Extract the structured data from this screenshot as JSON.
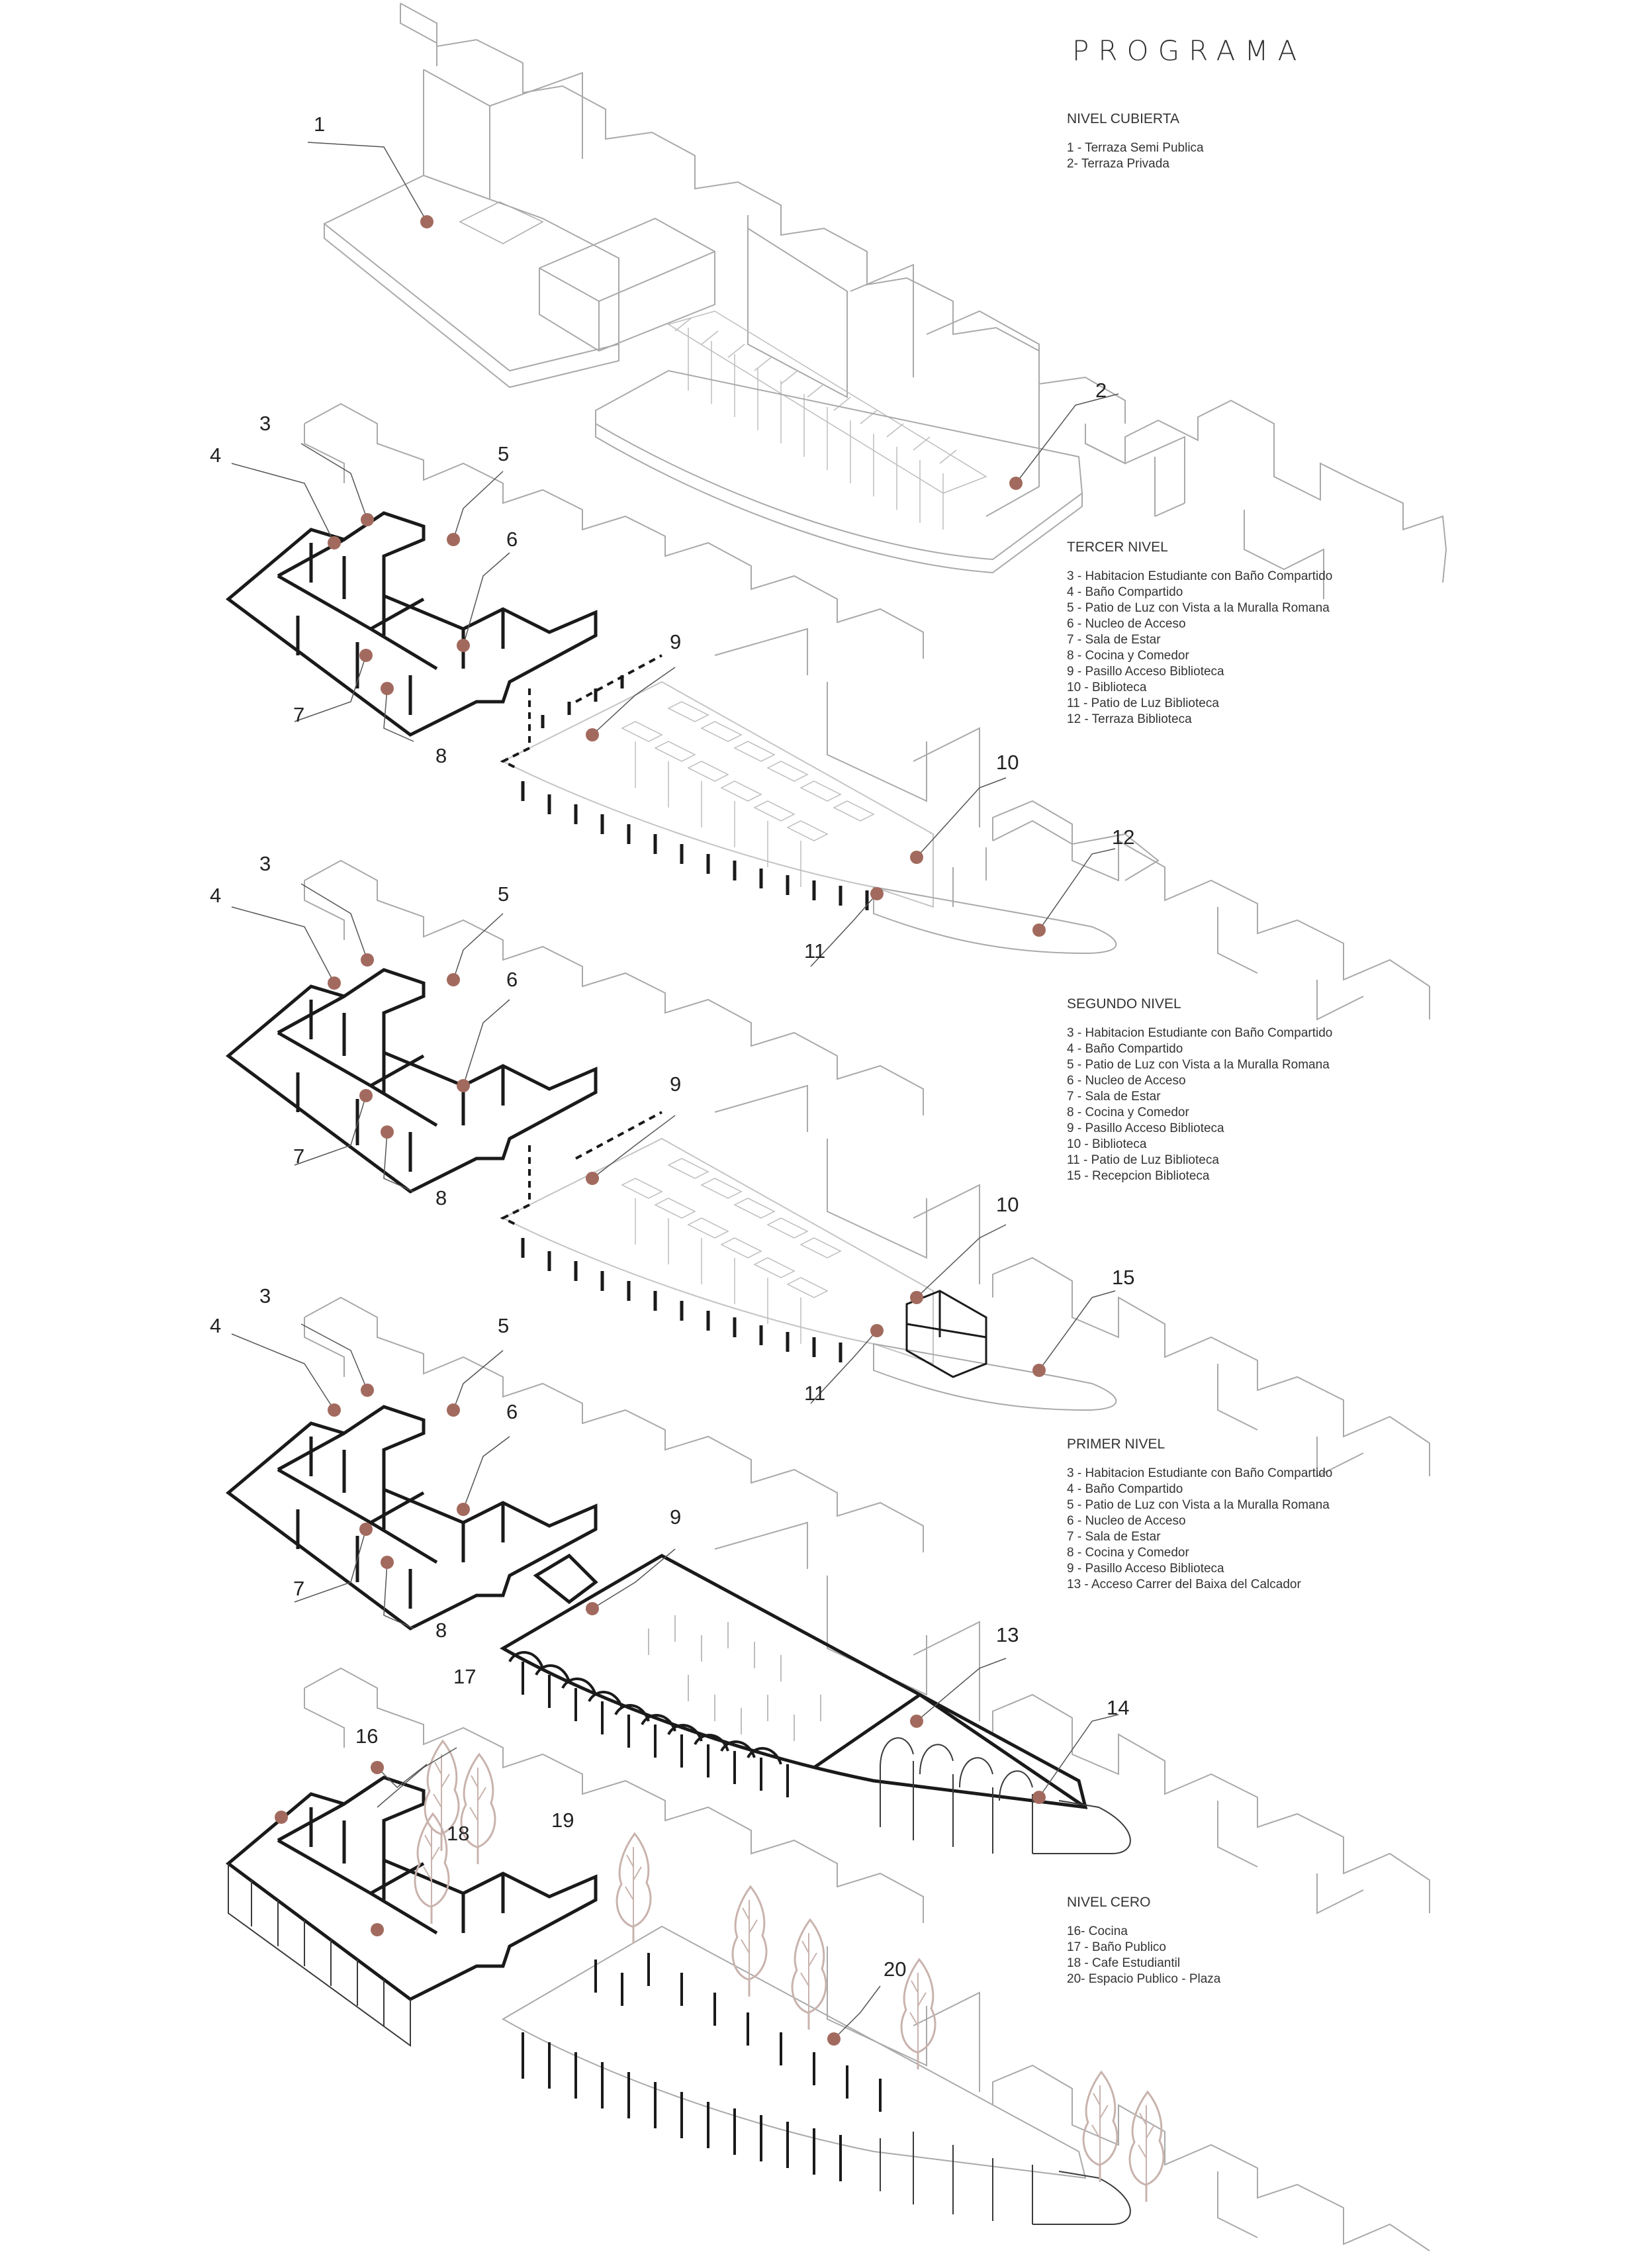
{
  "title": "PROGRAMA",
  "levels": [
    {
      "title": "NIVEL CUBIERTA",
      "items": [
        "1 - Terraza Semi Publica",
        "2- Terraza Privada"
      ]
    },
    {
      "title": "TERCER NIVEL",
      "items": [
        "3 -  Habitacion Estudiante con Baño Compartido",
        "4  - Baño Compartido",
        "5 - Patio de Luz con Vista a la Muralla Romana",
        "6 - Nucleo de Acceso",
        "7 - Sala de Estar",
        "8 - Cocina y Comedor",
        "9 - Pasillo Acceso Biblioteca",
        "10 - Biblioteca",
        "11 - Patio de Luz Biblioteca",
        "12 - Terraza Biblioteca"
      ]
    },
    {
      "title": "SEGUNDO NIVEL",
      "items": [
        "3 -  Habitacion Estudiante con Baño Compartido",
        "4  - Baño Compartido",
        "5 - Patio de Luz con Vista a la Muralla Romana",
        "6 - Nucleo de Acceso",
        "7 - Sala de Estar",
        "8 - Cocina y Comedor",
        "9 - Pasillo Acceso Biblioteca",
        "10 - Biblioteca",
        "11 - Patio de Luz Biblioteca",
        "15 - Recepcion Biblioteca"
      ]
    },
    {
      "title": "PRIMER NIVEL",
      "items": [
        "3 -  Habitacion Estudiante con Baño Compartido",
        "4  - Baño Compartido",
        "5 - Patio de Luz con Vista a la Muralla Romana",
        "6 - Nucleo de Acceso",
        "7 - Sala de Estar",
        "8 - Cocina y Comedor",
        "9 - Pasillo Acceso Biblioteca",
        "13 - Acceso Carrer del Baixa del Calcador"
      ]
    },
    {
      "title": "NIVEL CERO",
      "items": [
        "16- Cocina",
        "17 - Baño Publico",
        "18 - Cafe Estudiantil",
        "20- Espacio Publico - Plaza"
      ]
    }
  ],
  "callout_labels": [
    "1",
    "2",
    "3",
    "4",
    "5",
    "6",
    "7",
    "8",
    "9",
    "10",
    "11",
    "12",
    "3",
    "4",
    "5",
    "6",
    "7",
    "8",
    "9",
    "10",
    "11",
    "15",
    "3",
    "4",
    "5",
    "6",
    "7",
    "8",
    "9",
    "13",
    "14",
    "16",
    "17",
    "18",
    "19",
    "20"
  ],
  "colors": {
    "line": "#1a1a1a",
    "thin_line": "#b9b9b9",
    "marker": "#a26a5e",
    "tree": "#c9b3ad"
  }
}
